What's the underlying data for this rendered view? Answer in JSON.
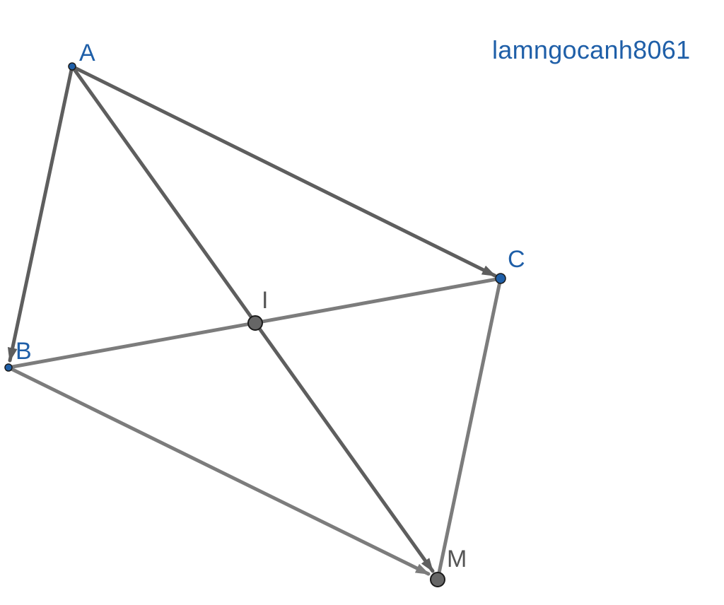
{
  "watermark": "lamngocanh8061",
  "points": {
    "A": {
      "label": "A",
      "color": "#1f5fa8"
    },
    "B": {
      "label": "B",
      "color": "#1f5fa8"
    },
    "C": {
      "label": "C",
      "color": "#1f5fa8"
    },
    "I": {
      "label": "I",
      "color": "#555555"
    },
    "M": {
      "label": "M",
      "color": "#555555"
    }
  },
  "vectors": [
    {
      "from": "A",
      "to": "B"
    },
    {
      "from": "A",
      "to": "C"
    },
    {
      "from": "A",
      "to": "M"
    },
    {
      "from": "B",
      "to": "M"
    }
  ],
  "segments": [
    {
      "from": "B",
      "to": "C"
    },
    {
      "from": "C",
      "to": "M"
    }
  ],
  "colors": {
    "dark_line": "#5e5e5e",
    "light_line": "#7c7c7c",
    "point_blue": "#1f5fa8",
    "point_gray": "#666666"
  }
}
